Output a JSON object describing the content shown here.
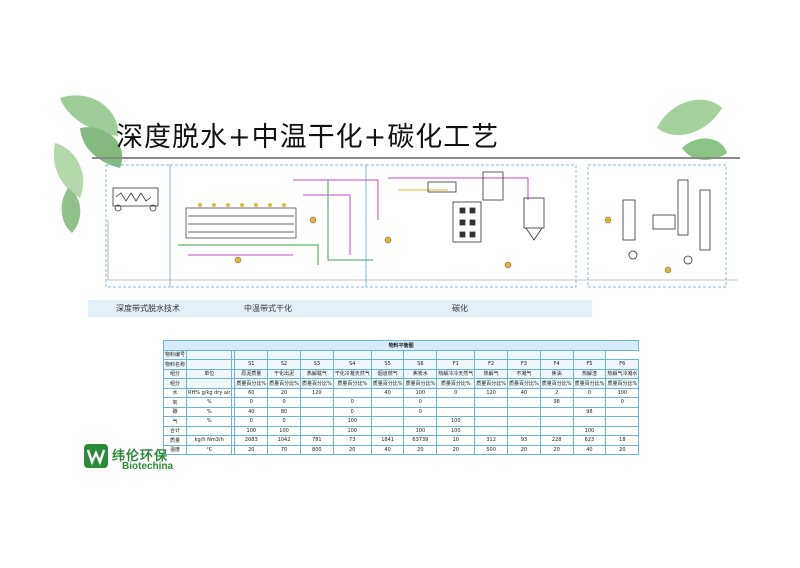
{
  "slide": {
    "title": "深度脱水+中温干化+碳化工艺"
  },
  "section_labels": [
    "深度带式脱水技术",
    "中温带式干化",
    "碳化"
  ],
  "table": {
    "caption": "物料平衡图",
    "rows": [
      [
        "物料编号",
        "",
        "",
        "",
        "",
        "",
        "",
        "",
        "",
        "",
        "",
        "",
        "",
        ""
      ],
      [
        "物料名称",
        "",
        "",
        "S1",
        "S2",
        "S3",
        "S4",
        "S5",
        "S6",
        "F1",
        "F2",
        "F3",
        "F4",
        "F5",
        "F6"
      ],
      [
        "组分",
        "单位",
        "",
        "原泥质量",
        "干化出泥",
        "热解载气",
        "干化冷凝天然气",
        "烟道燃气",
        "焦炭水",
        "热解冷冷天然气",
        "热解气",
        "不凝气",
        "焦油",
        "热解渣",
        "热解气冷凝水"
      ],
      [
        "组分",
        "",
        "",
        "质量百分比%",
        "质量百分比%",
        "质量百分比%",
        "质量百分比%",
        "质量百分比%",
        "质量百分比%",
        "质量百分比%",
        "质量百分比%",
        "质量百分比%",
        "质量百分比%",
        "质量百分比%",
        "质量百分比%"
      ],
      [
        "水",
        "RH% g/kg dry air",
        "",
        "60",
        "20",
        "120",
        "",
        "40",
        "100",
        "0",
        "120",
        "40",
        "2",
        "0",
        "100"
      ],
      [
        "氧",
        "%",
        "",
        "0",
        "0",
        "",
        "0",
        "",
        "0",
        "",
        "",
        "",
        "98",
        "",
        "0"
      ],
      [
        "碳",
        "%",
        "",
        "40",
        "80",
        "",
        "0",
        "",
        "0",
        "",
        "",
        "",
        "",
        "98",
        ""
      ],
      [
        "气",
        "%",
        "",
        "0",
        "0",
        "",
        "100",
        "",
        "",
        "100",
        "",
        "",
        "",
        "",
        ""
      ],
      [
        "合计",
        "",
        "",
        "100",
        "100",
        "",
        "100",
        "",
        "100",
        "100",
        "",
        "",
        "",
        "100",
        ""
      ],
      [
        "质量",
        "kg/h  Nm3/h",
        "",
        "2083",
        "1042",
        "781",
        "73",
        "1841",
        "63739",
        "10",
        "312",
        "93",
        "228",
        "623",
        "18"
      ],
      [
        "温度",
        "°C",
        "",
        "20",
        "70",
        "800",
        "20",
        "40",
        "20",
        "20",
        "500",
        "20",
        "20",
        "40",
        "20"
      ]
    ]
  },
  "logo": {
    "name_cn": "纬伦环保",
    "name_en": "Biotechina",
    "brand_color": "#2a8a3a"
  }
}
